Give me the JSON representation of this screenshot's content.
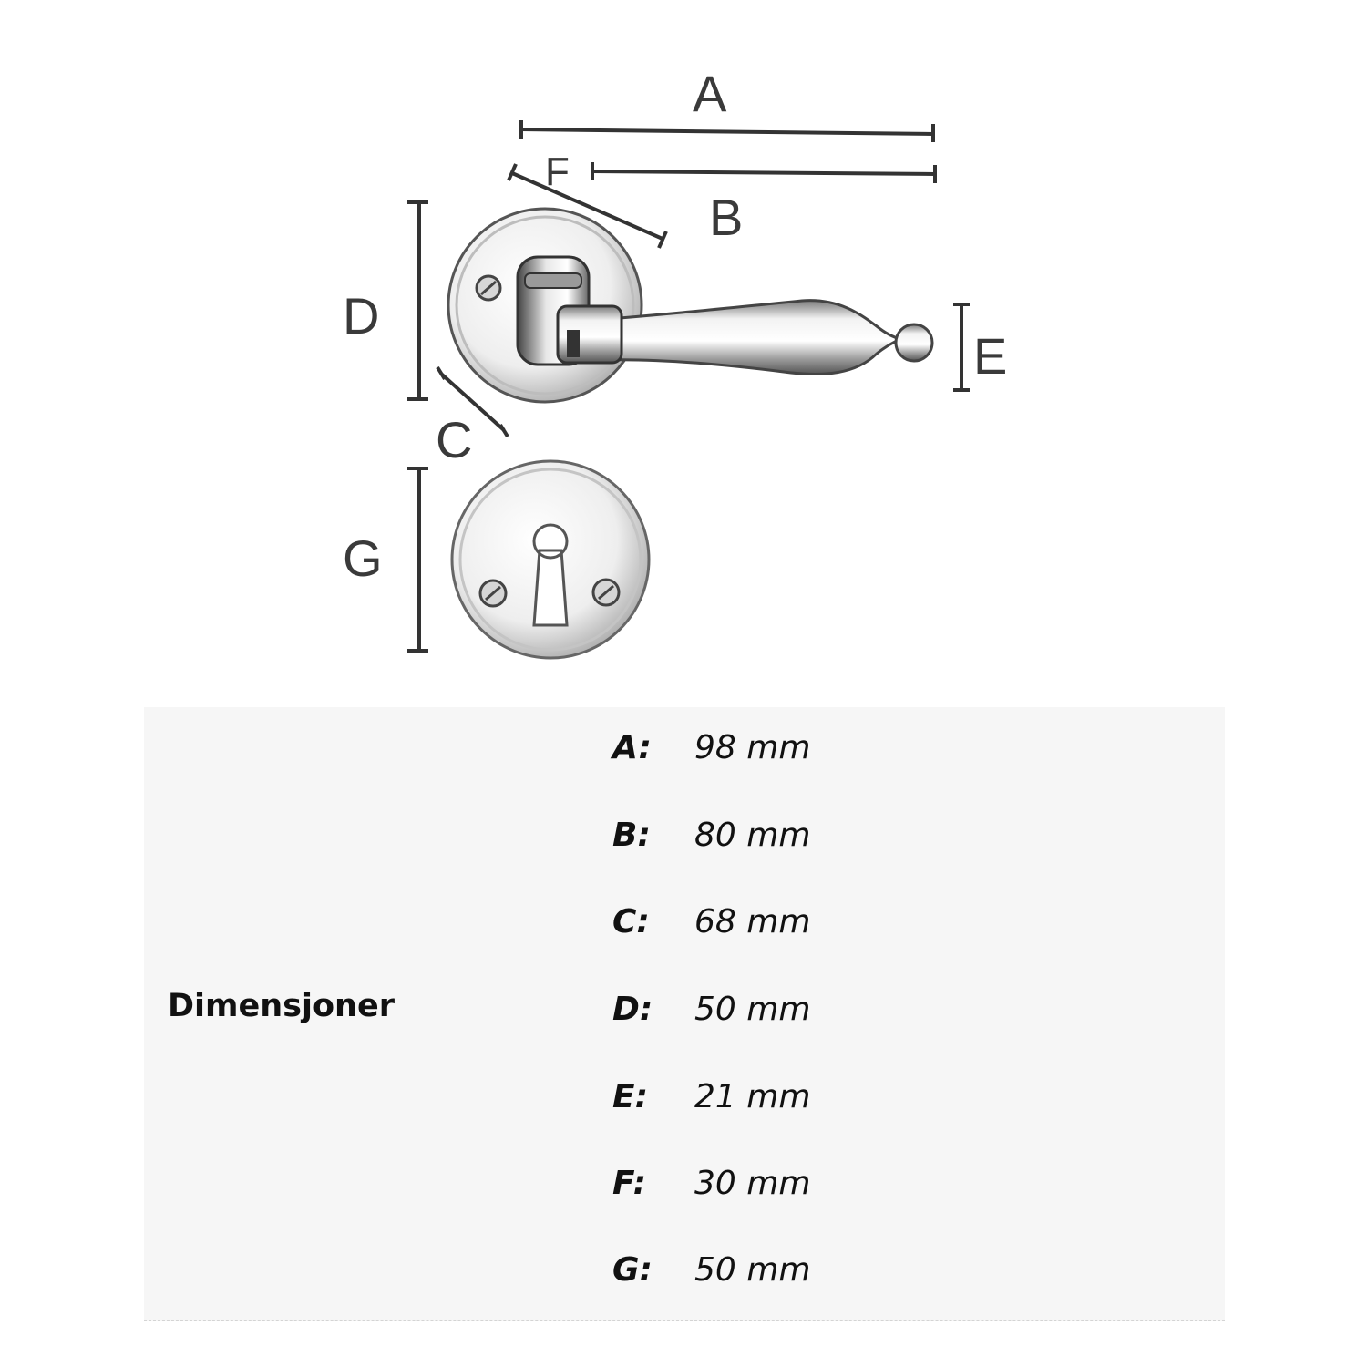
{
  "diagram": {
    "labels": {
      "a": "A",
      "b": "B",
      "c": "C",
      "d": "D",
      "e": "E",
      "f": "F",
      "g": "G"
    }
  },
  "table": {
    "heading": "Dimensjoner",
    "rows": [
      {
        "key": "A:",
        "value": "98 mm"
      },
      {
        "key": "B:",
        "value": "80 mm"
      },
      {
        "key": "C:",
        "value": "68 mm"
      },
      {
        "key": "D:",
        "value": "50 mm"
      },
      {
        "key": "E:",
        "value": "21 mm"
      },
      {
        "key": "F:",
        "value": "30 mm"
      },
      {
        "key": "G:",
        "value": "50 mm"
      }
    ]
  },
  "colors": {
    "dimension_line": "#333333",
    "table_background": "#f6f6f6",
    "chrome_light": "#f4f4f4",
    "chrome_dark": "#6a6a6a"
  }
}
